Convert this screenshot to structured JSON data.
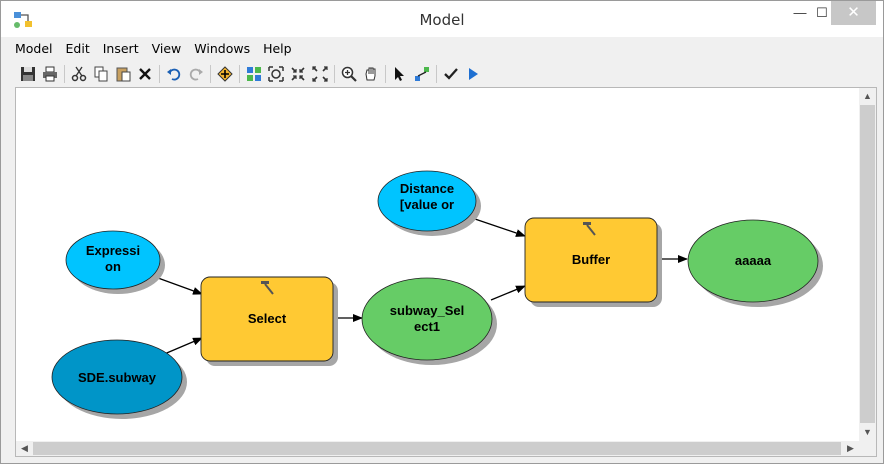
{
  "window": {
    "title": "Model",
    "minimize": "—",
    "maximize": "☐",
    "close": "✕"
  },
  "menu": [
    "Model",
    "Edit",
    "Insert",
    "View",
    "Windows",
    "Help"
  ],
  "toolbar": [
    {
      "name": "save-icon"
    },
    {
      "name": "print-icon"
    },
    {
      "sep": true
    },
    {
      "name": "cut-icon"
    },
    {
      "name": "copy-icon"
    },
    {
      "name": "paste-icon"
    },
    {
      "name": "delete-icon"
    },
    {
      "sep": true
    },
    {
      "name": "undo-icon"
    },
    {
      "name": "redo-icon"
    },
    {
      "sep": true
    },
    {
      "name": "add-data-icon"
    },
    {
      "sep": true
    },
    {
      "name": "auto-layout-icon"
    },
    {
      "name": "full-extent-icon"
    },
    {
      "name": "fixed-zoom-in-icon"
    },
    {
      "name": "fixed-zoom-out-icon"
    },
    {
      "sep": true
    },
    {
      "name": "zoom-in-icon"
    },
    {
      "name": "pan-icon"
    },
    {
      "sep": true
    },
    {
      "name": "select-icon"
    },
    {
      "name": "connect-icon"
    },
    {
      "sep": true
    },
    {
      "name": "validate-icon"
    },
    {
      "name": "run-icon"
    }
  ],
  "diagram": {
    "colors": {
      "input_light": "#00c4ff",
      "input_dark": "#0095c8",
      "tool": "#ffc933",
      "output": "#66cc66",
      "shadow": "#a6a6a6",
      "stroke": "#222222"
    },
    "nodes": {
      "expression": {
        "line1": "Expressi",
        "line2": "on"
      },
      "sde_subway": {
        "line1": "SDE.subway"
      },
      "select": {
        "label": "Select"
      },
      "distance": {
        "line1": "Distance",
        "line2": "[value or"
      },
      "subway_select": {
        "line1": "subway_Sel",
        "line2": "ect1"
      },
      "buffer": {
        "label": "Buffer"
      },
      "aaaaa": {
        "line1": "aaaaa"
      }
    }
  }
}
